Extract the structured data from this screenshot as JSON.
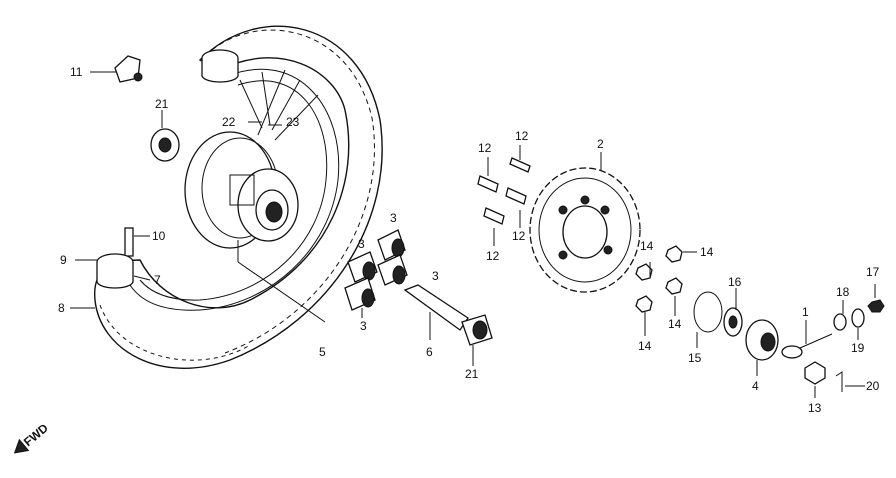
{
  "callouts": [
    {
      "id": "c1",
      "text": "1"
    },
    {
      "id": "c2",
      "text": "2"
    },
    {
      "id": "c3a",
      "text": "3"
    },
    {
      "id": "c3b",
      "text": "3"
    },
    {
      "id": "c3c",
      "text": "3"
    },
    {
      "id": "c3d",
      "text": "3"
    },
    {
      "id": "c4",
      "text": "4"
    },
    {
      "id": "c5",
      "text": "5"
    },
    {
      "id": "c6",
      "text": "6"
    },
    {
      "id": "c7",
      "text": "7"
    },
    {
      "id": "c8",
      "text": "8"
    },
    {
      "id": "c9",
      "text": "9"
    },
    {
      "id": "c10",
      "text": "10"
    },
    {
      "id": "c11",
      "text": "11"
    },
    {
      "id": "c12a",
      "text": "12"
    },
    {
      "id": "c12b",
      "text": "12"
    },
    {
      "id": "c12c",
      "text": "12"
    },
    {
      "id": "c12d",
      "text": "12"
    },
    {
      "id": "c13",
      "text": "13"
    },
    {
      "id": "c14a",
      "text": "14"
    },
    {
      "id": "c14b",
      "text": "14"
    },
    {
      "id": "c14c",
      "text": "14"
    },
    {
      "id": "c14d",
      "text": "14"
    },
    {
      "id": "c15",
      "text": "15"
    },
    {
      "id": "c16",
      "text": "16"
    },
    {
      "id": "c17",
      "text": "17"
    },
    {
      "id": "c18",
      "text": "18"
    },
    {
      "id": "c19",
      "text": "19"
    },
    {
      "id": "c20",
      "text": "20"
    },
    {
      "id": "c21a",
      "text": "21"
    },
    {
      "id": "c21b",
      "text": "21"
    },
    {
      "id": "c22",
      "text": "22"
    },
    {
      "id": "c23",
      "text": "23"
    }
  ],
  "direction_marker": {
    "text": "FWD"
  }
}
